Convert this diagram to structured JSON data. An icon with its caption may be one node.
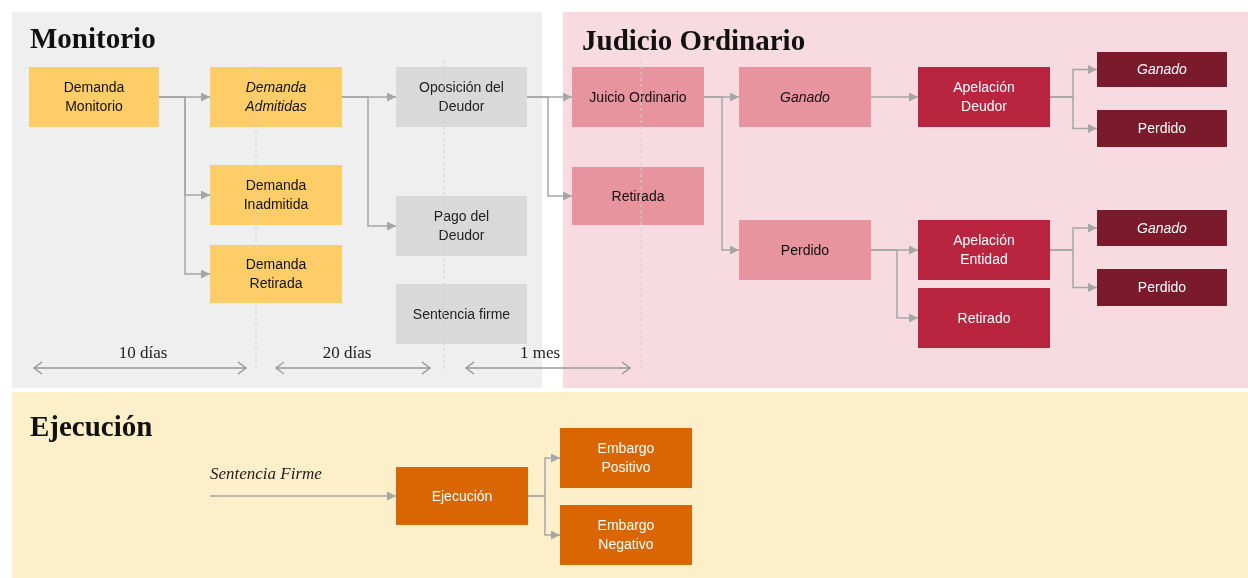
{
  "diagram": {
    "nodes": [
      {
        "text": [
          "Monitorio"
        ]
      },
      {
        "text": [
          "Demanda Monitorio"
        ],
        "in": 0
      },
      {
        "text": [
          "Demanda Admitidas"
        ],
        "in": 0
      },
      {
        "text": [
          "Demanda Inadmitida"
        ],
        "in": 0
      },
      {
        "text": [
          "Demanda Retirada"
        ],
        "in": 0
      },
      {
        "text": [
          "Oposición del Deudor"
        ],
        "in": 0
      },
      {
        "text": [
          "Pago del Deudor"
        ],
        "in": 0
      },
      {
        "text": [
          "Sentencia firme"
        ],
        "in": 0
      },
      {
        "text": [
          "Judicio Ordinario"
        ]
      },
      {
        "text": [
          "Juicio Ordinario"
        ],
        "in": 8
      },
      {
        "text": [
          "Retirada"
        ],
        "in": 8
      },
      {
        "text": [
          "Ganado"
        ],
        "in": 8
      },
      {
        "text": [
          "Perdido"
        ],
        "in": 8
      },
      {
        "text": [
          "Apelación Deudor"
        ],
        "in": 8
      },
      {
        "text": [
          "Apelación Entidad"
        ],
        "in": 8
      },
      {
        "text": [
          "Retirado"
        ],
        "in": 8
      },
      {
        "text": [
          "Ganado"
        ],
        "in": 8
      },
      {
        "text": [
          "Perdido"
        ],
        "in": 8
      },
      {
        "text": [
          "Ganado"
        ],
        "in": 8
      },
      {
        "text": [
          "Perdido"
        ],
        "in": 8
      },
      {
        "text": [
          "Ejecución"
        ]
      },
      {
        "text": [
          "Sentencia Firme"
        ],
        "in": 20
      },
      {
        "text": [
          "Ejecución"
        ],
        "in": 20
      },
      {
        "text": [
          "Embargo Positivo"
        ],
        "in": 20
      },
      {
        "text": [
          "Embargo Negativo"
        ],
        "in": 20
      }
    ],
    "edges": [
      {
        "from": 1,
        "to": 2,
        "arrow": "to"
      },
      {
        "from": 1,
        "to": 3,
        "arrow": "to"
      },
      {
        "from": 1,
        "to": 4,
        "arrow": "to"
      },
      {
        "from": 2,
        "to": 5,
        "arrow": "to"
      },
      {
        "from": 2,
        "to": 6,
        "arrow": "to"
      },
      {
        "from": 5,
        "to": 9,
        "arrow": "to"
      },
      {
        "from": 5,
        "to": 10,
        "arrow": "to"
      },
      {
        "from": 9,
        "to": 11,
        "arrow": "to"
      },
      {
        "from": 9,
        "to": 12,
        "arrow": "to"
      },
      {
        "from": 11,
        "to": 13,
        "arrow": "to"
      },
      {
        "from": 12,
        "to": 14,
        "arrow": "to"
      },
      {
        "from": 12,
        "to": 15,
        "arrow": "to"
      },
      {
        "from": 13,
        "to": 16,
        "arrow": "to"
      },
      {
        "from": 13,
        "to": 17,
        "arrow": "to"
      },
      {
        "from": 14,
        "to": 18,
        "arrow": "to"
      },
      {
        "from": 14,
        "to": 19,
        "arrow": "to"
      },
      {
        "from": 21,
        "to": 22,
        "arrow": "to"
      },
      {
        "from": 22,
        "to": 23,
        "arrow": "to"
      },
      {
        "from": 22,
        "to": 24,
        "arrow": "to"
      }
    ],
    "labels": [
      "10 días",
      "20 días",
      "1 mes"
    ]
  }
}
